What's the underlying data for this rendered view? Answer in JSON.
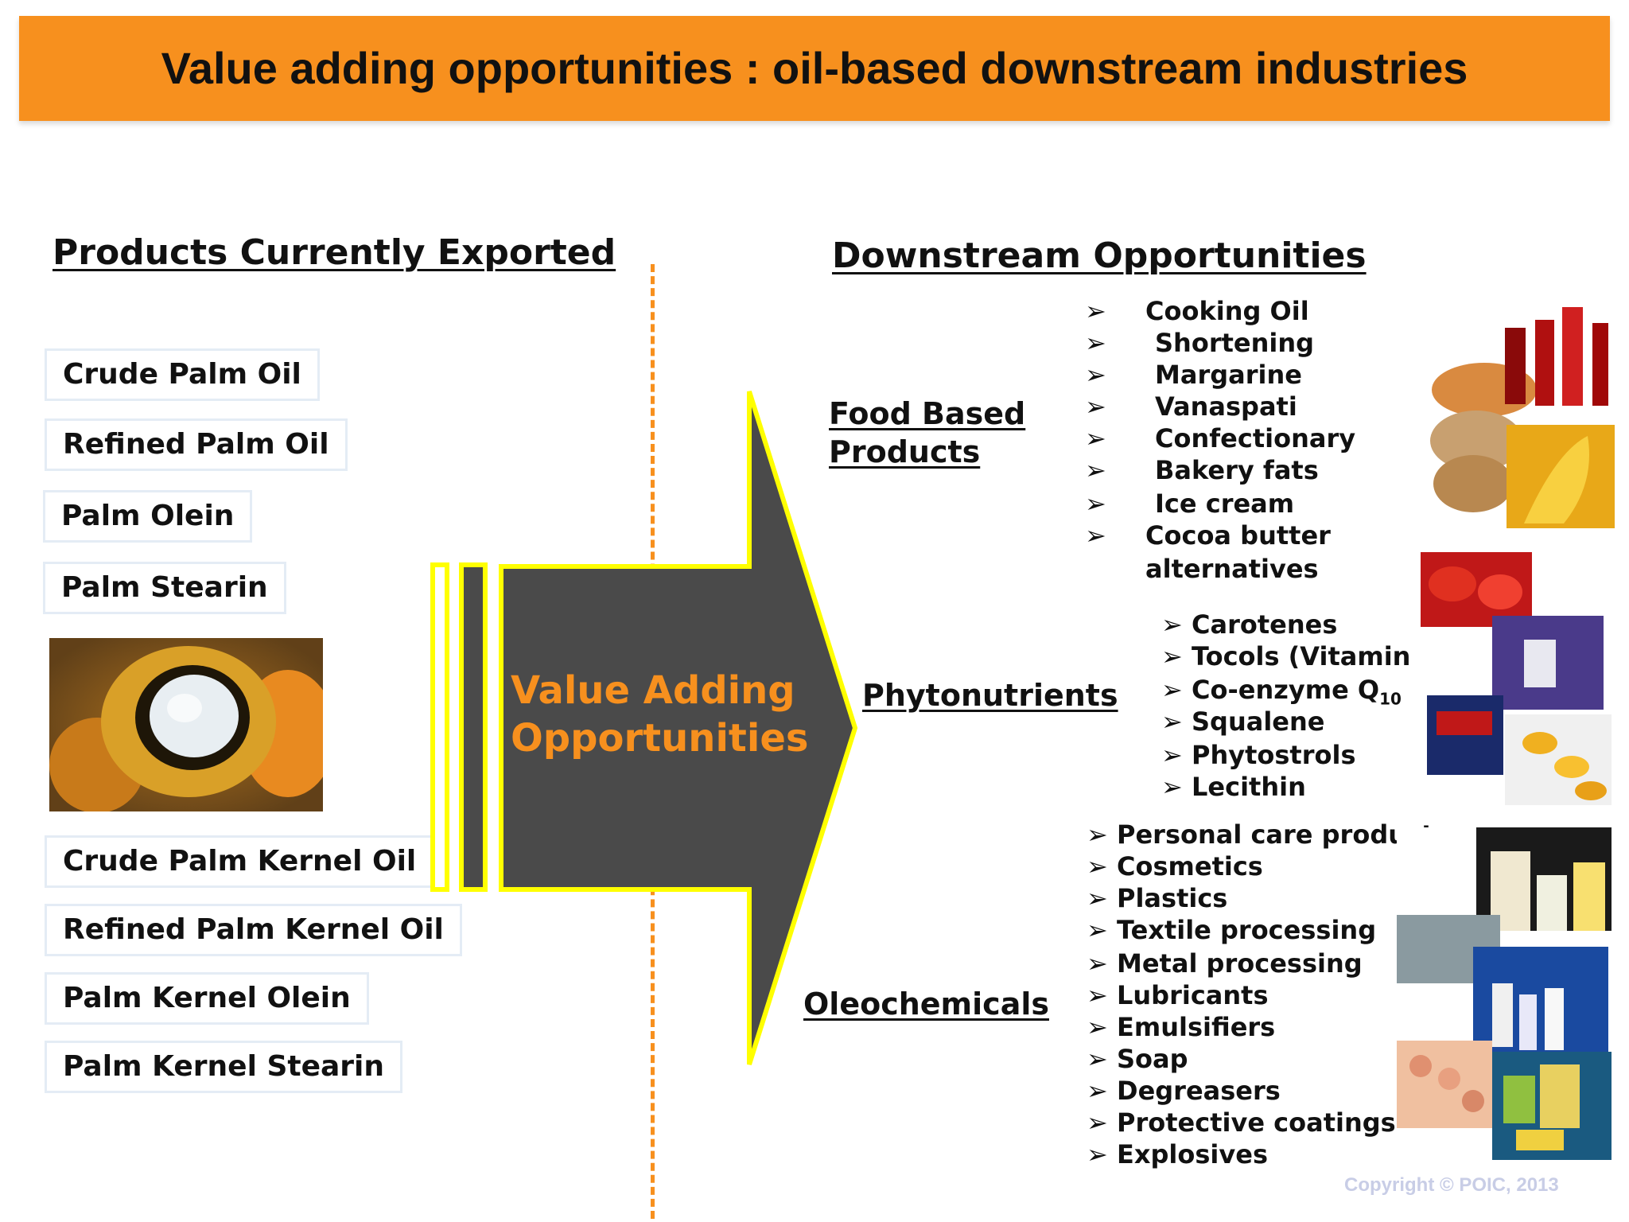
{
  "title": "Value adding opportunities : oil-based downstream industries",
  "left": {
    "heading": "Products Currently Exported",
    "products_top": [
      "Crude Palm Oil",
      "Refined Palm Oil",
      "Palm Olein",
      "Palm Stearin"
    ],
    "products_bottom": [
      "Crude Palm Kernel Oil",
      "Refined Palm Kernel Oil",
      "Palm Kernel Olein",
      "Palm Kernel Stearin"
    ]
  },
  "arrow": {
    "line1": "Value Adding",
    "line2": "Opportunities"
  },
  "right": {
    "heading": "Downstream Opportunities",
    "food": {
      "label_line1": "Food Based",
      "label_line2": "Products",
      "items": [
        "Cooking Oil",
        "Shortening",
        "Margarine",
        "Vanaspati",
        "Confectionary",
        "Bakery fats",
        "Ice cream",
        "Cocoa butter"
      ],
      "continuation": "alternatives"
    },
    "phyto": {
      "label": "Phytonutrients",
      "items": [
        "Carotenes",
        "Tocols (Vitamin E)",
        "Co-enzyme Q",
        "Squalene",
        "Phytostrols",
        "Lecithin"
      ],
      "subscript": "10"
    },
    "oleo": {
      "label": "Oleochemicals",
      "items": [
        "Personal care products",
        "Cosmetics",
        "Plastics",
        "Textile processing",
        "Metal processing",
        "Lubricants",
        "Emulsifiers",
        "Soap",
        "Degreasers",
        "Protective coatings",
        "Explosives"
      ]
    }
  },
  "copyright": "Copyright © POIC, 2013",
  "colors": {
    "accent": "#f7901e",
    "arrow_fill": "#4a4a4a",
    "arrow_outline": "#ffff00"
  }
}
